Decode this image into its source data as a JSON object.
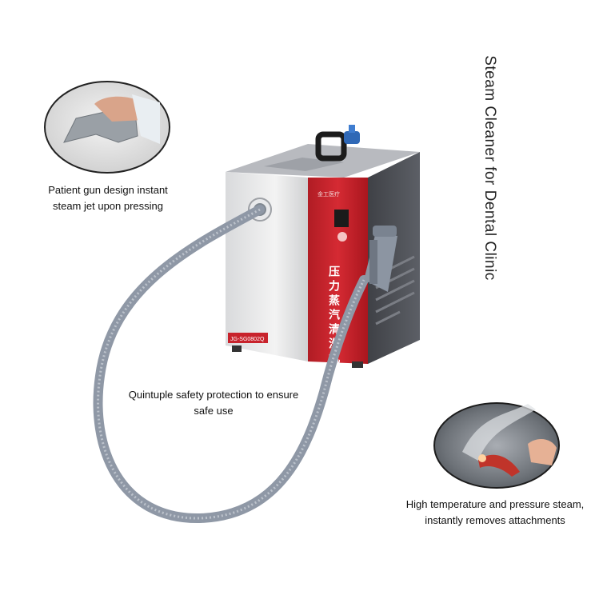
{
  "title": "Steam Cleaner for Dental Clinic",
  "features": [
    {
      "text_line1": "Patient gun design instant",
      "text_line2": "steam jet upon pressing"
    },
    {
      "text_line1": "Quintuple safety protection to ensure",
      "text_line2": "safe use"
    },
    {
      "text_line1": "High temperature and pressure steam,",
      "text_line2": "instantly removes attachments"
    }
  ],
  "machine": {
    "panel_text": "压力蒸汽清洗机",
    "model_label": "JG-SG0802Q",
    "brand_label": "金工医疗",
    "accent_color": "#c8232c",
    "body_color": "#4a4c52",
    "hose_color": "#8f98a6"
  }
}
